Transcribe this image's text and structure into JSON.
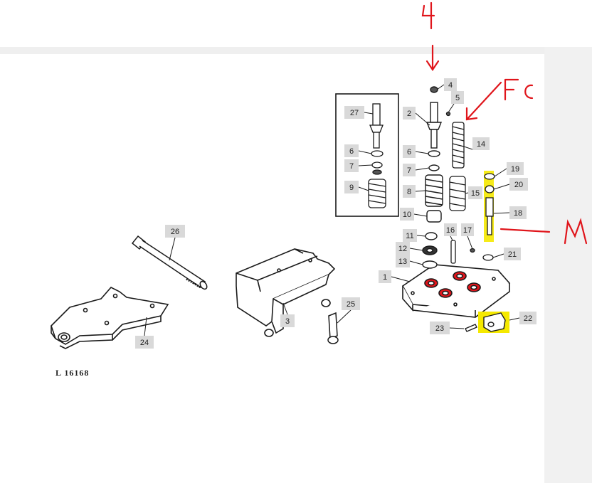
{
  "diagram": {
    "caption": "L 16168",
    "part_labels": [
      "1",
      "2",
      "3",
      "4",
      "5",
      "6",
      "7",
      "8",
      "9",
      "10",
      "11",
      "12",
      "13",
      "14",
      "15",
      "16",
      "17",
      "18",
      "19",
      "20",
      "21",
      "22",
      "23",
      "24",
      "25",
      "26",
      "27"
    ],
    "inset_labels": [
      "27",
      "6",
      "7",
      "9"
    ]
  },
  "annotations": {
    "top_mark": "4",
    "fc_mark": "FC",
    "m_mark": "M",
    "ink_color": "#e0151b",
    "highlight_color": "#f5e900"
  },
  "colors": {
    "label_box": "#d9d9d9",
    "line": "#1a1a1a",
    "frame": "#efefef"
  }
}
